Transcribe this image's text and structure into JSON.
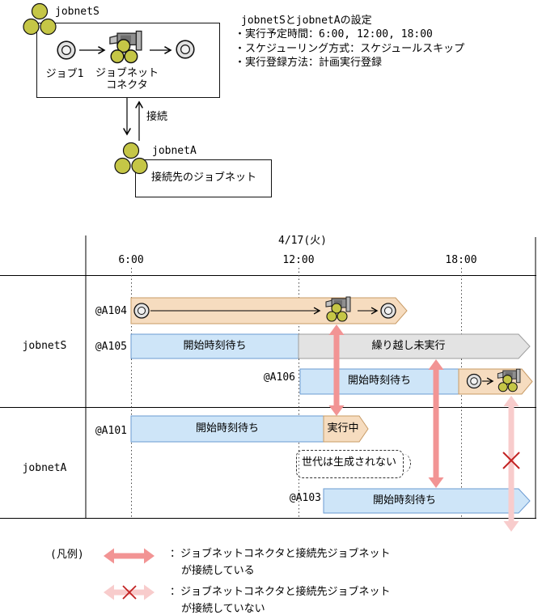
{
  "top_diagram": {
    "jobnet_s": "jobnetS",
    "job1": "ジョブ1",
    "connector_line1": "ジョブネット",
    "connector_line2": "コネクタ",
    "connect": "接続",
    "jobnet_a": "jobnetA",
    "dest_jobnet": "接続先のジョブネット"
  },
  "settings": {
    "title": "jobnetSとjobnetAの設定",
    "line1": "・実行予定時間：6:00, 12:00, 18:00",
    "line2": "・スケジューリング方式：スケジュールスキップ",
    "line3": "・実行登録方法：計画実行登録"
  },
  "timeline": {
    "date": "4/17(火)",
    "tick1": "6:00",
    "tick2": "12:00",
    "tick3": "18:00",
    "section1": "jobnetS",
    "section2": "jobnetA",
    "rows": {
      "a104": {
        "id": "@A104"
      },
      "a105": {
        "id": "@A105",
        "wait": "開始時刻待ち",
        "carryover": "繰り越し未実行"
      },
      "a106": {
        "id": "@A106",
        "wait": "開始時刻待ち"
      },
      "a101": {
        "id": "@A101",
        "wait": "開始時刻待ち",
        "running": "実行中"
      },
      "a103": {
        "id": "@A103",
        "wait": "開始時刻待ち"
      }
    },
    "no_generation": "世代は生成されない"
  },
  "legend": {
    "title": "(凡例)",
    "connected_line1": "：ジョブネットコネクタと接続先ジョブネット",
    "connected_line2": "が接続している",
    "not_connected_line1": "：ジョブネットコネクタと接続先ジョブネット",
    "not_connected_line2": "が接続していない"
  },
  "colors": {
    "bar_peach": "#F6DCBF",
    "bar_peach_border": "#C89B66",
    "bar_blue": "#CEE5F8",
    "bar_blue_border": "#6B9BD2",
    "bar_gray": "#E3E3E3",
    "bar_gray_border": "#9E9E9E",
    "arrow_pink": "#F29494",
    "arrow_pink_light": "#F8CCCC",
    "cross_red": "#C22222",
    "jobnet_olive": "#C5C646"
  }
}
